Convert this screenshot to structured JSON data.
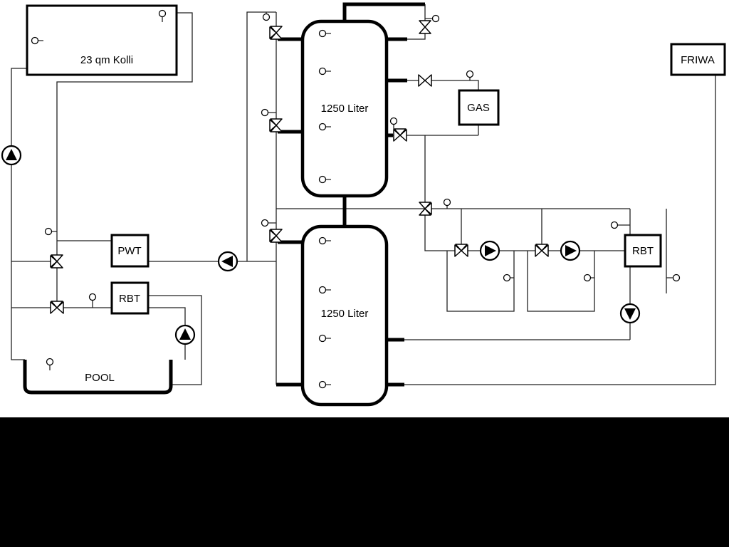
{
  "diagram": {
    "collector": {
      "label": "23 qm Kolli"
    },
    "tank_top": {
      "label": "1250 Liter"
    },
    "tank_bottom": {
      "label": "1250 Liter"
    },
    "gas": {
      "label": "GAS"
    },
    "friwa": {
      "label": "FRIWA"
    },
    "pwt": {
      "label": "PWT"
    },
    "rbt_pool": {
      "label": "RBT"
    },
    "rbt_heating": {
      "label": "RBT"
    },
    "pool": {
      "label": "POOL"
    },
    "colors": {
      "line": "#000000",
      "background": "#ffffff",
      "footer": "#000000"
    }
  }
}
